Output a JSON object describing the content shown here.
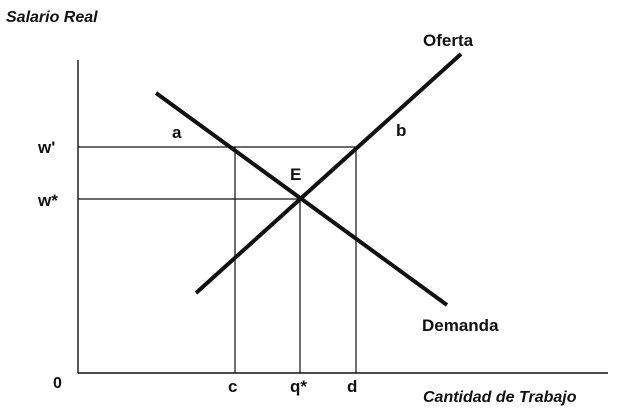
{
  "labels": {
    "y_axis": "Salario Real",
    "x_axis": "Cantidad de Trabajo",
    "origin": "0",
    "w_prime": "w'",
    "w_star": "w*",
    "a": "a",
    "b": "b",
    "E": "E",
    "c": "c",
    "q_star": "q*",
    "d": "d",
    "supply": "Oferta",
    "demand": "Demanda"
  },
  "colors": {
    "line": "#111111",
    "text": "#111111"
  }
}
